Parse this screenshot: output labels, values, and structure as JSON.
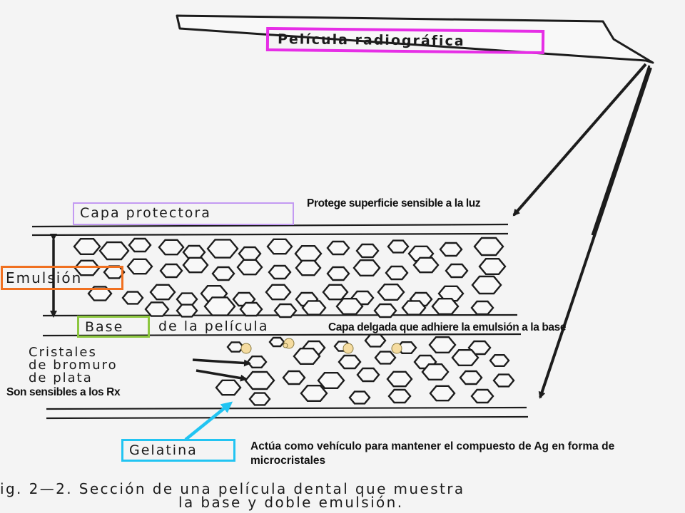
{
  "title_box": {
    "text": "Película radiográfica",
    "color": "#e62ee6"
  },
  "capa_protectora": {
    "text": "Capa protectora",
    "color": "#c39af2"
  },
  "emulsion": {
    "text": "Emulsión",
    "color": "#f07020"
  },
  "base_pelicula": {
    "boxed_part": "Base",
    "rest": "de la película",
    "color": "#8cc63f"
  },
  "cristales": {
    "line1": "Cristales",
    "line2": "de bromuro",
    "line3": "de plata"
  },
  "gelatina": {
    "text": "Gelatina",
    "color": "#22c4f2"
  },
  "annotations": {
    "protege": "Protege superficie sensible a la luz",
    "capa_delgada": "Capa delgada que adhiere la emulsión a la base",
    "sensibles": "Son sensibles a los Rx",
    "actua": "Actúa como vehículo para mantener el compuesto de Ag en forma de microcristales"
  },
  "caption": {
    "line1": "ig. 2—2. Sección de una película dental que muestra",
    "line2": "la base y doble emulsión."
  },
  "colors": {
    "arrow_blue": "#22c4f2",
    "crystal_fill": "#f5dca0",
    "ink": "#1c1c1c"
  }
}
